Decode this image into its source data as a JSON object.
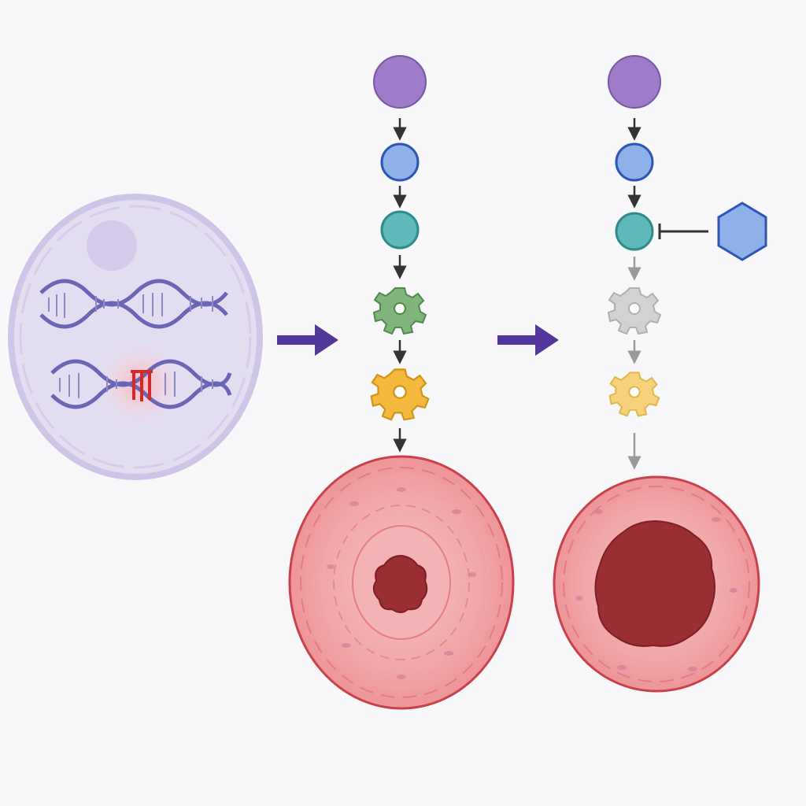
{
  "panels": {
    "cell": {
      "description_hidden": true
    },
    "pathway_normal": {
      "nodes": [
        "top-node",
        "node-2",
        "node-3",
        "gear-green",
        "gear-orange"
      ]
    },
    "pathway_inhibited": {
      "nodes": [
        "top-node",
        "node-2",
        "node-3",
        "gear-gray",
        "gear-yellow"
      ],
      "inhibitor": "hexagon"
    }
  },
  "colors": {
    "background": "#f8f8fa",
    "cell_fill": "#e1dbf1",
    "cell_stroke": "#c9bfe6",
    "dna": "#6a66b5",
    "mutation": "#d22a2a",
    "arrow_big": "#54379a",
    "purple_node": "#9f7cc9",
    "blue_node": "#8fb1ea",
    "teal_node": "#5fb9b9",
    "green_gear": "#7fb57a",
    "orange_gear": "#f3b83d",
    "gray_gear": "#cfcfcf",
    "yellow_gear": "#f6d27b",
    "hexagon": "#8fb1ea",
    "vessel_outer": "#f2a2a4",
    "vessel_stroke": "#c9414a",
    "lumen": "#9b2e32"
  }
}
